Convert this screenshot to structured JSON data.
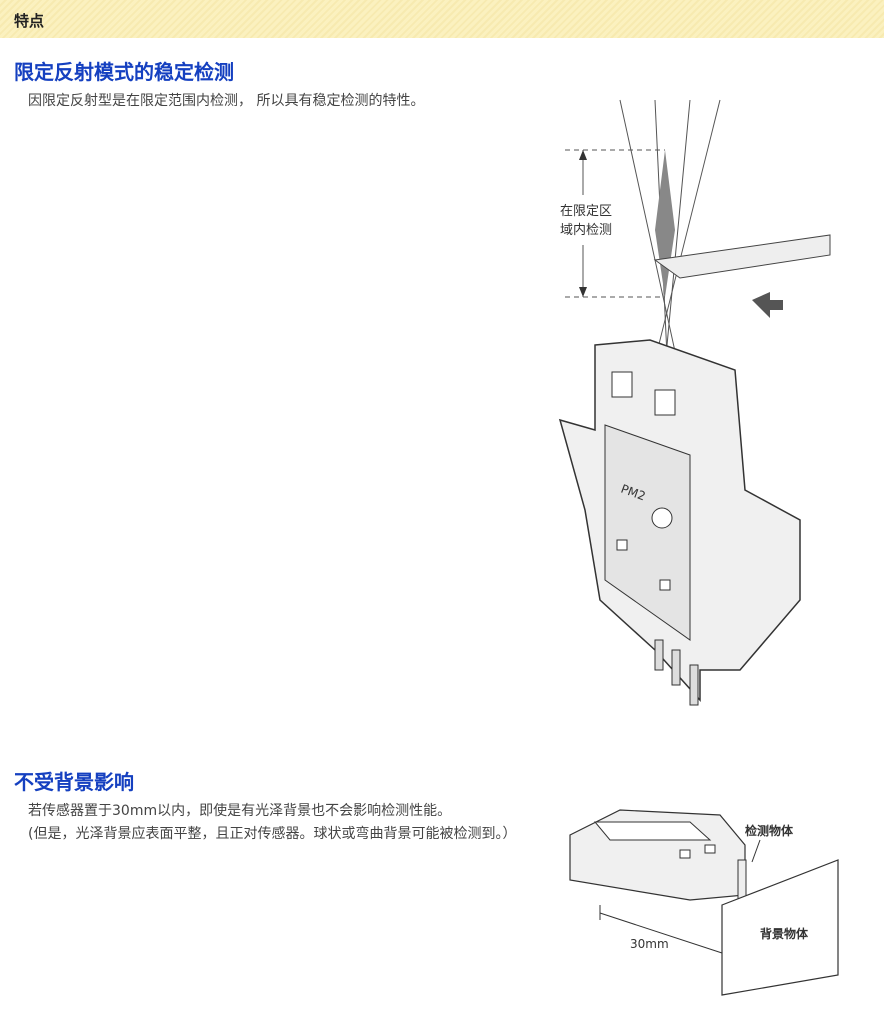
{
  "header": {
    "title": "特点"
  },
  "section1": {
    "title": "限定反射模式的稳定检测",
    "text": "因限定反射型是在限定范围内检测， 所以具有稳定检测的特性。",
    "diagram": {
      "label_line1": "在限定区",
      "label_line2": "域内检测",
      "sensor_mark": "PM2"
    }
  },
  "section2": {
    "title": "不受背景影响",
    "text_line1": "若传感器置于30mm以内，即使是有光泽背景也不会影响检测性能。",
    "text_line2": "(但是，光泽背景应表面平整，且正对传感器。球状或弯曲背景可能被检测到。）",
    "diagram": {
      "object_label": "检测物体",
      "background_label": "背景物体",
      "distance_label": "30mm"
    }
  }
}
